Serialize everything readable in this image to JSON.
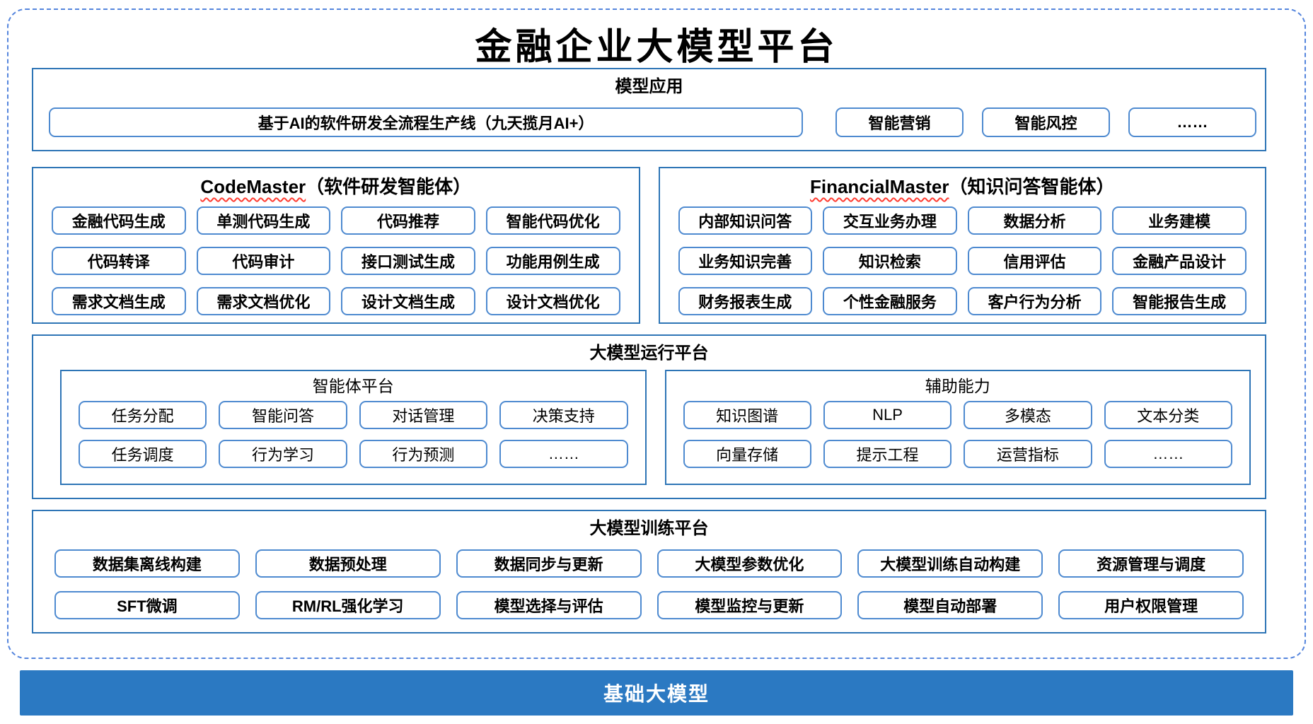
{
  "title": "金融企业大模型平台",
  "applications": {
    "title": "模型应用",
    "main_item": "基于AI的软件研发全流程生产线（九天揽月AI+）",
    "items": [
      "智能营销",
      "智能风控",
      "……"
    ]
  },
  "agents": [
    {
      "name_en": "CodeMaster",
      "name_suffix": "（软件研发智能体）",
      "items": [
        "金融代码生成",
        "单测代码生成",
        "代码推荐",
        "智能代码优化",
        "代码转译",
        "代码审计",
        "接口测试生成",
        "功能用例生成",
        "需求文档生成",
        "需求文档优化",
        "设计文档生成",
        "设计文档优化"
      ]
    },
    {
      "name_en": "FinancialMaster",
      "name_suffix": "（知识问答智能体）",
      "items": [
        "内部知识问答",
        "交互业务办理",
        "数据分析",
        "业务建模",
        "业务知识完善",
        "知识检索",
        "信用评估",
        "金融产品设计",
        "财务报表生成",
        "个性金融服务",
        "客户行为分析",
        "智能报告生成"
      ]
    }
  ],
  "runtime": {
    "title": "大模型运行平台",
    "subsections": [
      {
        "title": "智能体平台",
        "items": [
          "任务分配",
          "智能问答",
          "对话管理",
          "决策支持",
          "任务调度",
          "行为学习",
          "行为预测",
          "……"
        ]
      },
      {
        "title": "辅助能力",
        "items": [
          "知识图谱",
          "NLP",
          "多模态",
          "文本分类",
          "向量存储",
          "提示工程",
          "运营指标",
          "……"
        ]
      }
    ]
  },
  "training": {
    "title": "大模型训练平台",
    "items": [
      "数据集离线构建",
      "数据预处理",
      "数据同步与更新",
      "大模型参数优化",
      "大模型训练自动构建",
      "资源管理与调度",
      "SFT微调",
      "RM/RL强化学习",
      "模型选择与评估",
      "模型监控与更新",
      "模型自动部署",
      "用户权限管理"
    ]
  },
  "base_model": {
    "title": "基础大模型"
  },
  "colors": {
    "section_border": "#2E75B6",
    "item_border": "#4E8AD0",
    "dashed_frame": "#5585DD",
    "wavy_underline": "#FF3B30",
    "base_bar_bg": "#2B79C2",
    "base_bar_text": "#FFFFFF",
    "text": "#000000"
  }
}
